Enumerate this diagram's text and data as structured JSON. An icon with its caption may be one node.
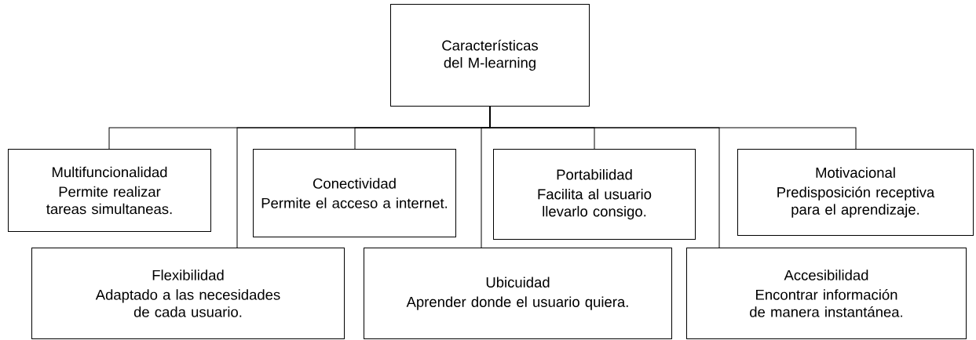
{
  "diagram": {
    "nodes": [
      {
        "text": [
          "Características del M-learning"
        ]
      },
      {
        "text": [
          "Multifuncionalidad",
          "Permite realizar tareas simultaneas."
        ]
      },
      {
        "text": [
          "Conectividad",
          "Permite el acceso a internet."
        ]
      },
      {
        "text": [
          "Portabilidad",
          "Facilita al usuario llevarlo consigo."
        ]
      },
      {
        "text": [
          "Motivacional",
          "Predisposición receptiva para el aprendizaje."
        ]
      },
      {
        "text": [
          "Flexibilidad",
          "Adaptado a las necesidades de cada usuario."
        ]
      },
      {
        "text": [
          "Ubicuidad",
          "Aprender donde el usuario quiera."
        ]
      },
      {
        "text": [
          "Accesibilidad",
          "Encontrar información de manera instantánea."
        ]
      }
    ],
    "edges": [
      {
        "from": 0,
        "to": 1,
        "arrow": "none"
      },
      {
        "from": 0,
        "to": 5,
        "arrow": "none"
      },
      {
        "from": 0,
        "to": 2,
        "arrow": "none"
      },
      {
        "from": 0,
        "to": 6,
        "arrow": "none"
      },
      {
        "from": 0,
        "to": 3,
        "arrow": "none"
      },
      {
        "from": 0,
        "to": 7,
        "arrow": "none"
      },
      {
        "from": 0,
        "to": 4,
        "arrow": "none"
      }
    ]
  }
}
